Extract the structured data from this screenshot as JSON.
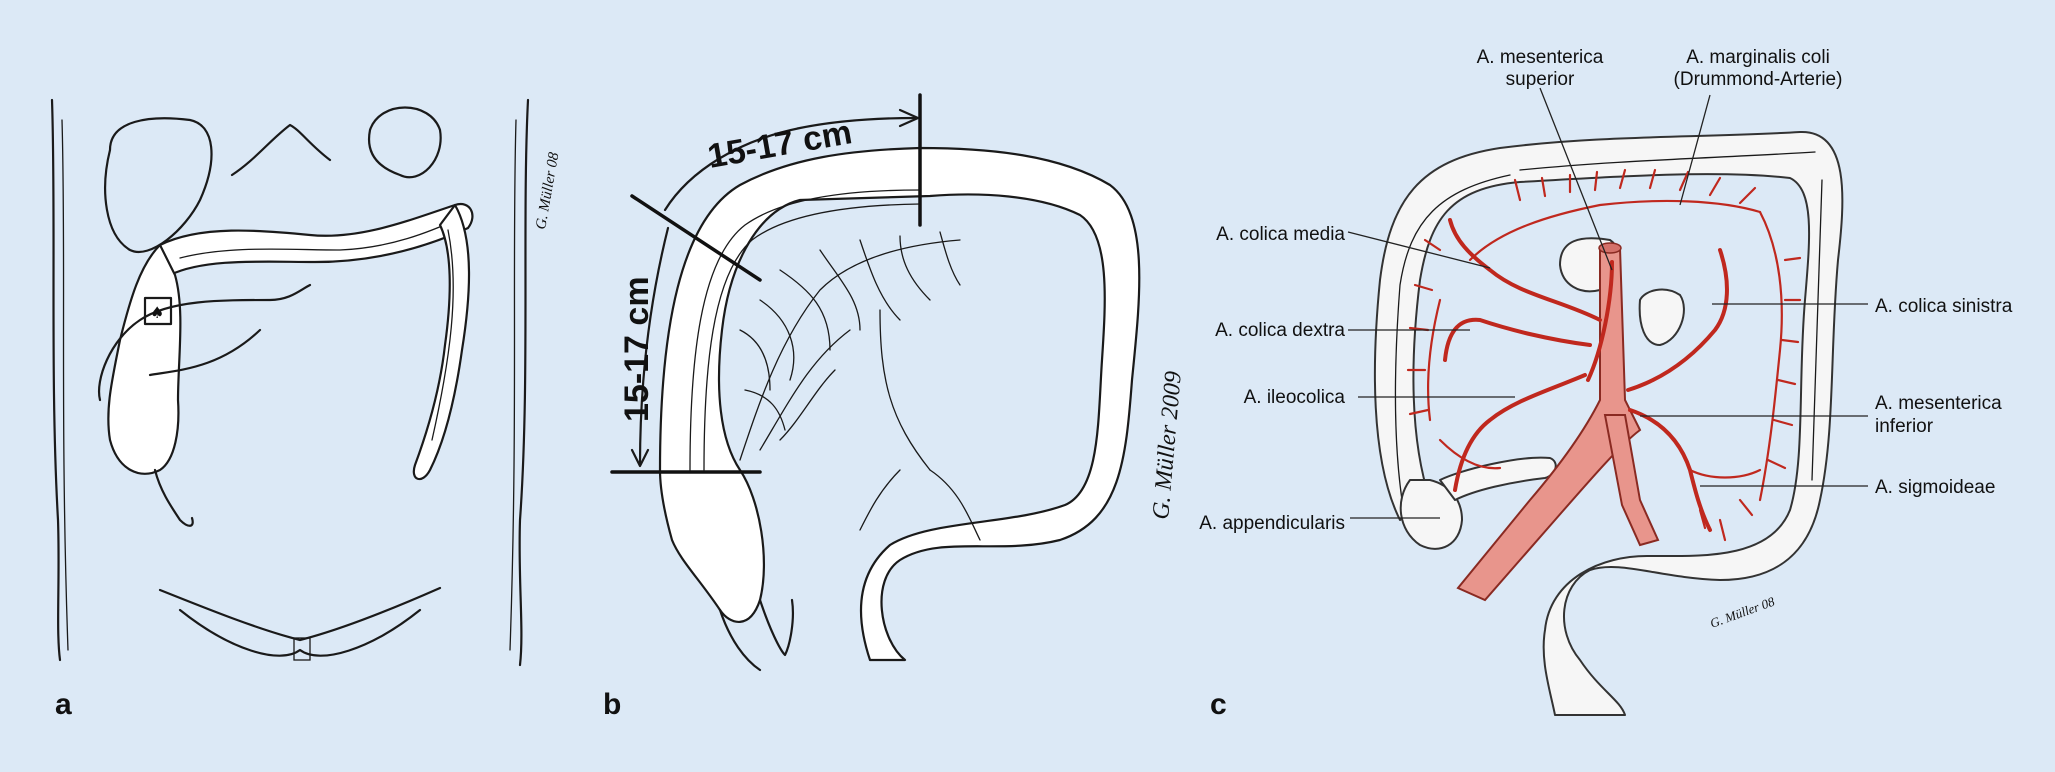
{
  "panels": {
    "a": {
      "letter": "a",
      "signature": "G. Müller 08"
    },
    "b": {
      "letter": "b",
      "measure_horizontal": "15-17 cm",
      "measure_vertical": "15-17 cm",
      "signature": "G. Müller 2009"
    },
    "c": {
      "letter": "c",
      "signature": "G. Müller 08",
      "labels": {
        "mesenterica_superior_l1": "A. mesenterica",
        "mesenterica_superior_l2": "superior",
        "marginalis_coli_l1": "A. marginalis coli",
        "marginalis_coli_l2": "(Drummond-Arterie)",
        "colica_media": "A. colica media",
        "colica_dextra": "A. colica dextra",
        "ileocolica": "A. ileocolica",
        "appendicularis": "A. appendicularis",
        "colica_sinistra": "A. colica sinistra",
        "mesenterica_inferior_l1": "A. mesenterica",
        "mesenterica_inferior_l2": "inferior",
        "sigmoideae": "A. sigmoideae"
      }
    }
  },
  "colors": {
    "background": "#dce9f6",
    "ink": "#1a1a1a",
    "artery": "#c0281e",
    "aorta": "#e8958c"
  }
}
